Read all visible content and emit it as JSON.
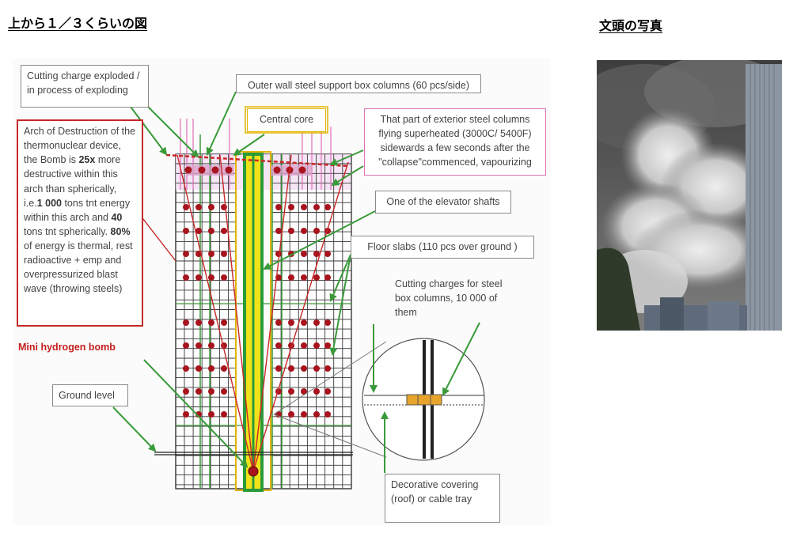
{
  "header": {
    "left_title": "上から１／３くらいの図",
    "right_title": "文頭の写真"
  },
  "diagram": {
    "labels": {
      "cutting_charge": "Cutting charge exploded / in process of exploding",
      "outer_wall": "Outer wall steel support box columns (60 pcs/side)",
      "central_core": "Central core",
      "exterior_columns": "That part of exterior steel columns flying superheated (3000C/ 5400F) sidewards a few seconds after the \"collapse\"commenced, vapourizing",
      "elevator": "One of the elevator shafts",
      "floor_slabs": "Floor slabs (110 pcs over ground )",
      "cutting_charges_columns": "Cutting charges for steel box columns, 10 000 of them",
      "mini_bomb": "Mini hydrogen bomb",
      "ground_level": "Ground level",
      "decorative_covering": "Decorative  covering (roof) or cable tray"
    },
    "arch": {
      "p1": "Arch of Destruction of the thermonuclear device, the Bomb is ",
      "b1": "25x",
      "p2": " more destructive within this arch than spherically, i.e.",
      "b2": "1 000",
      "p3": " tons tnt energy within this arch and ",
      "b3": "40",
      "p4": " tons tnt spherically. ",
      "b4": "80%",
      "p5": " of energy is thermal, rest radioactive + emp and overpressurized blast wave (throwing steels)"
    },
    "colors": {
      "charge": "#a8141e",
      "core_yellow": "#f0e21a",
      "core_green": "#2a9a3a",
      "arrow_green": "#3a9a3a",
      "arch_red": "#c82828",
      "pink": "#e070b8"
    }
  }
}
